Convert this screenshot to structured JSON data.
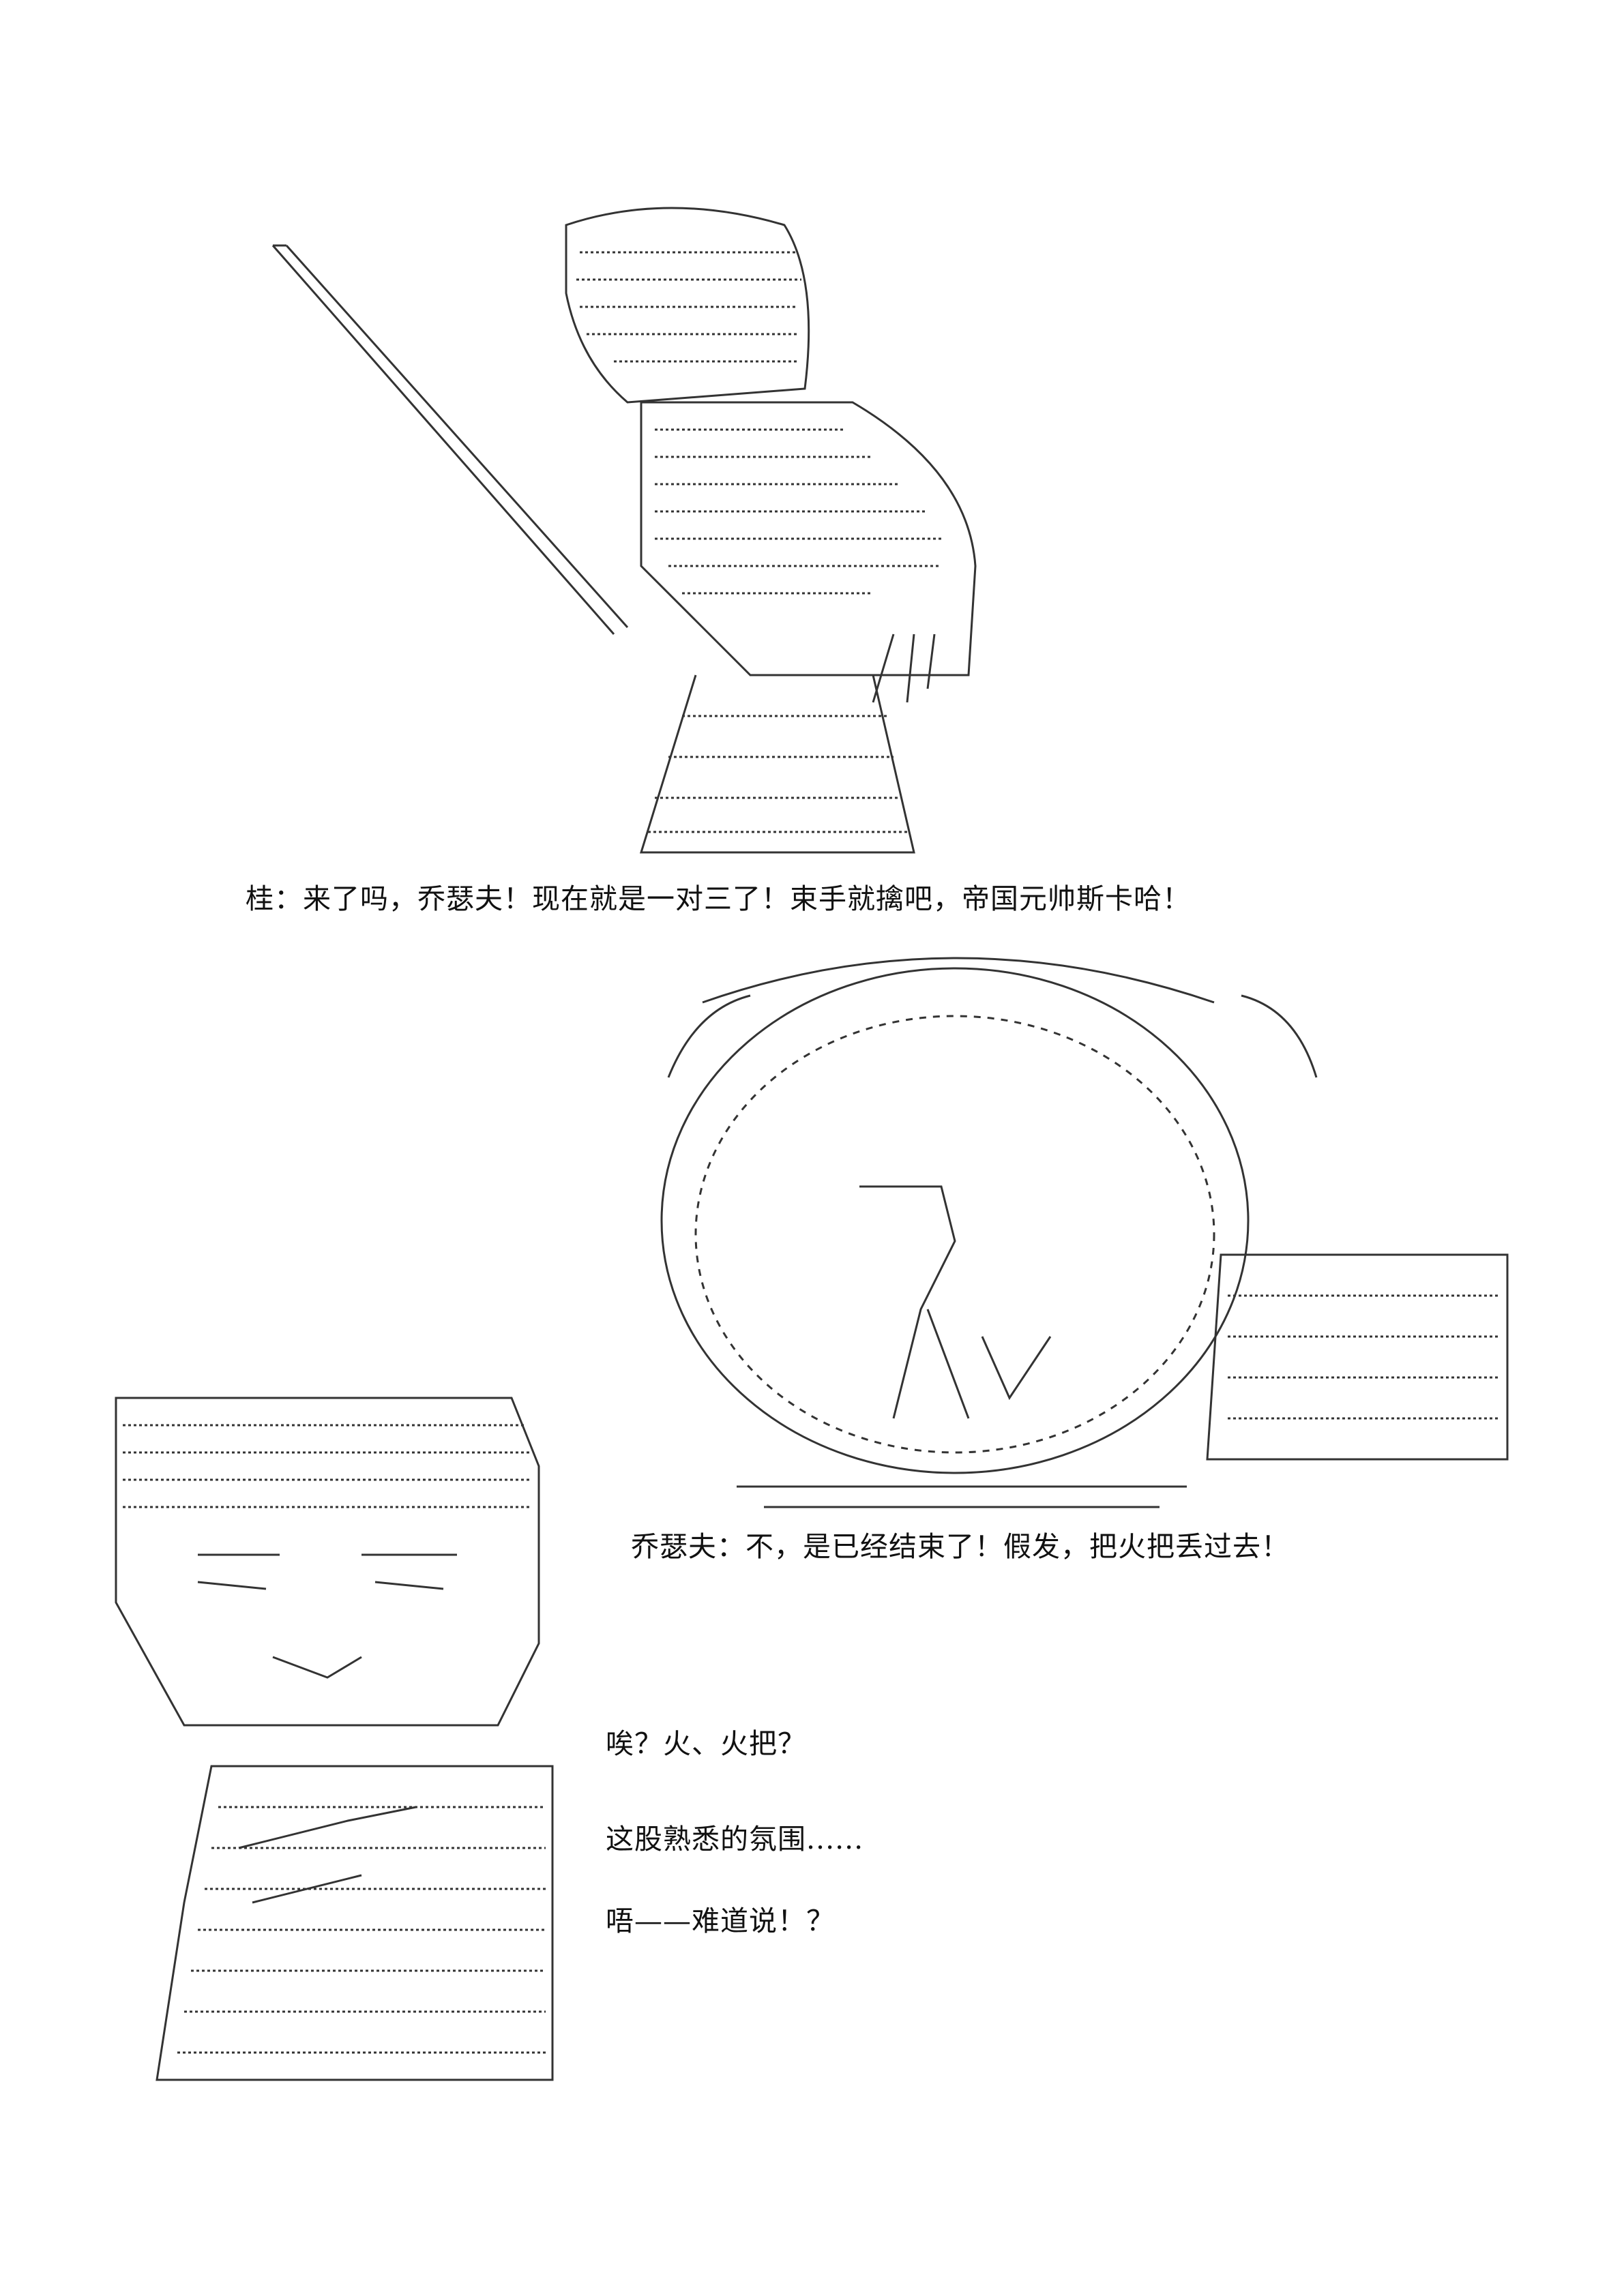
{
  "document": {
    "lines": [
      {
        "id": "line1",
        "text": "桂：来了吗，乔瑟夫！现在就是一对三了！束手就擒吧，帝国元帅斯卡哈！"
      },
      {
        "id": "line2",
        "text": "乔瑟夫：不，是已经结束了！假发，把火把丢过去！"
      },
      {
        "id": "line3",
        "text": "唉？火、火把？"
      },
      {
        "id": "line4",
        "text": "这股熟悉的氛围......"
      },
      {
        "id": "line5",
        "text": "唔——难道说！？"
      }
    ],
    "art": [
      {
        "id": "art-katsura-sword",
        "icon": "ascii-art-swordsman-figure"
      },
      {
        "id": "art-torch-circle",
        "icon": "ascii-art-torch-ring-scene"
      },
      {
        "id": "art-surprised-figure",
        "icon": "ascii-art-surprised-figure"
      }
    ]
  }
}
